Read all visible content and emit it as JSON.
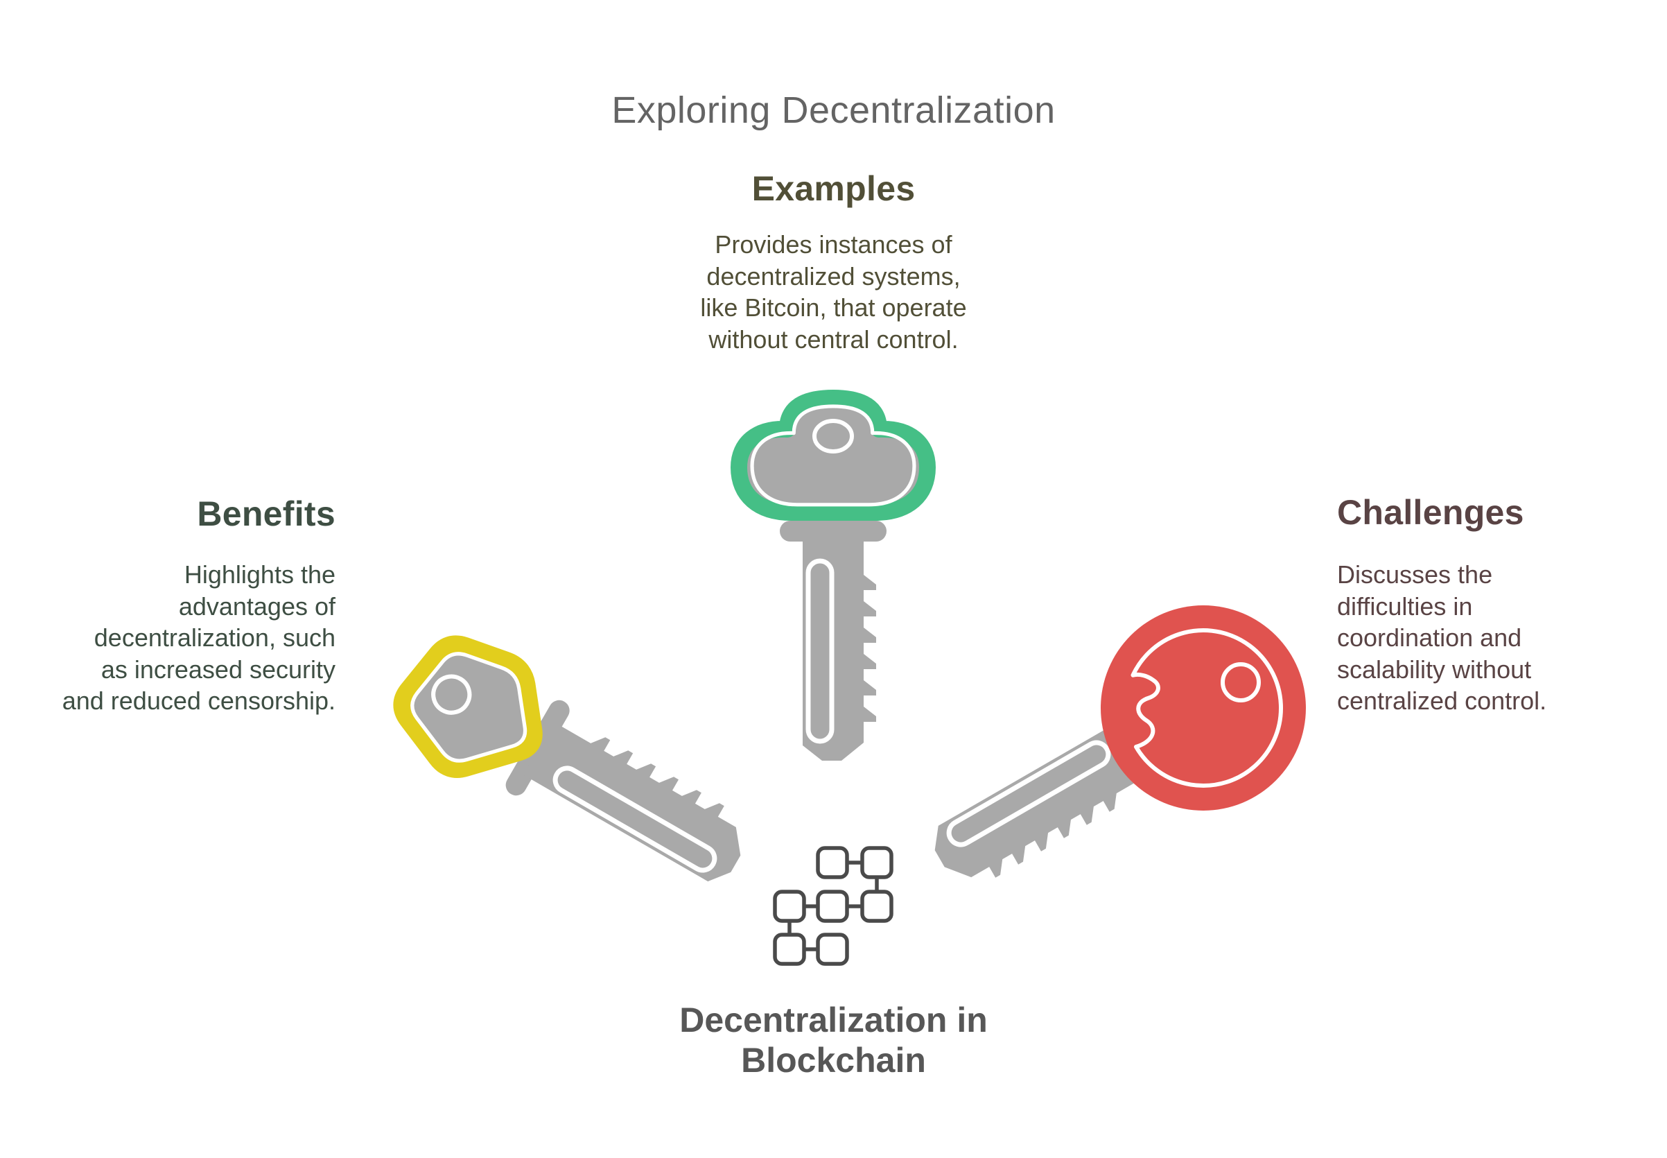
{
  "title": "Exploring Decentralization",
  "center_label": {
    "line1": "Decentralization in",
    "line2": "Blockchain"
  },
  "sections": {
    "examples": {
      "heading": "Examples",
      "line1": "Provides instances of",
      "line2": "decentralized systems,",
      "line3": "like Bitcoin, that operate",
      "line4": "without central control."
    },
    "benefits": {
      "heading": "Benefits",
      "line1": "Highlights the",
      "line2": "advantages of",
      "line3": "decentralization, such",
      "line4": "as increased security",
      "line5": "and reduced censorship."
    },
    "challenges": {
      "heading": "Challenges",
      "line1": "Discusses the",
      "line2": "difficulties in",
      "line3": "coordination and",
      "line4": "scalability without",
      "line5": "centralized control."
    }
  },
  "icons": {
    "top_key": "green-cloud-key-icon",
    "left_key": "yellow-pentagon-key-icon",
    "right_key": "red-round-key-icon",
    "center": "blockchain-icon"
  },
  "colors": {
    "green": "#45BF86",
    "yellow": "#E2CE1D",
    "red": "#E0534F",
    "key-gray": "#A9A9A9",
    "icon-stroke": "#4A4A4A",
    "title-color": "#646464",
    "examples-color": "#514F37",
    "benefits-color": "#3E4E43",
    "challenges-color": "#594344",
    "center-label-color": "#575757"
  }
}
